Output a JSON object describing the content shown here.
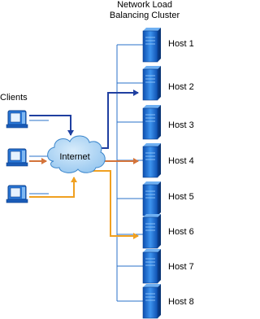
{
  "cluster": {
    "title_line1": "Network Load",
    "title_line2": "Balancing Cluster"
  },
  "clients": {
    "label": "Clients",
    "count": 3
  },
  "internet": {
    "label": "Internet"
  },
  "hosts": [
    {
      "label": "Host 1"
    },
    {
      "label": "Host 2"
    },
    {
      "label": "Host 3"
    },
    {
      "label": "Host 4"
    },
    {
      "label": "Host 5"
    },
    {
      "label": "Host 6"
    },
    {
      "label": "Host 7"
    },
    {
      "label": "Host 8"
    }
  ],
  "colors": {
    "flow_blue": "#1f3fa0",
    "flow_orange": "#d4743a",
    "flow_gold": "#f0a020",
    "cable_blue": "#2a70c8",
    "server_body": "#2a78d8",
    "cloud_fill": "#a9d3f4"
  }
}
